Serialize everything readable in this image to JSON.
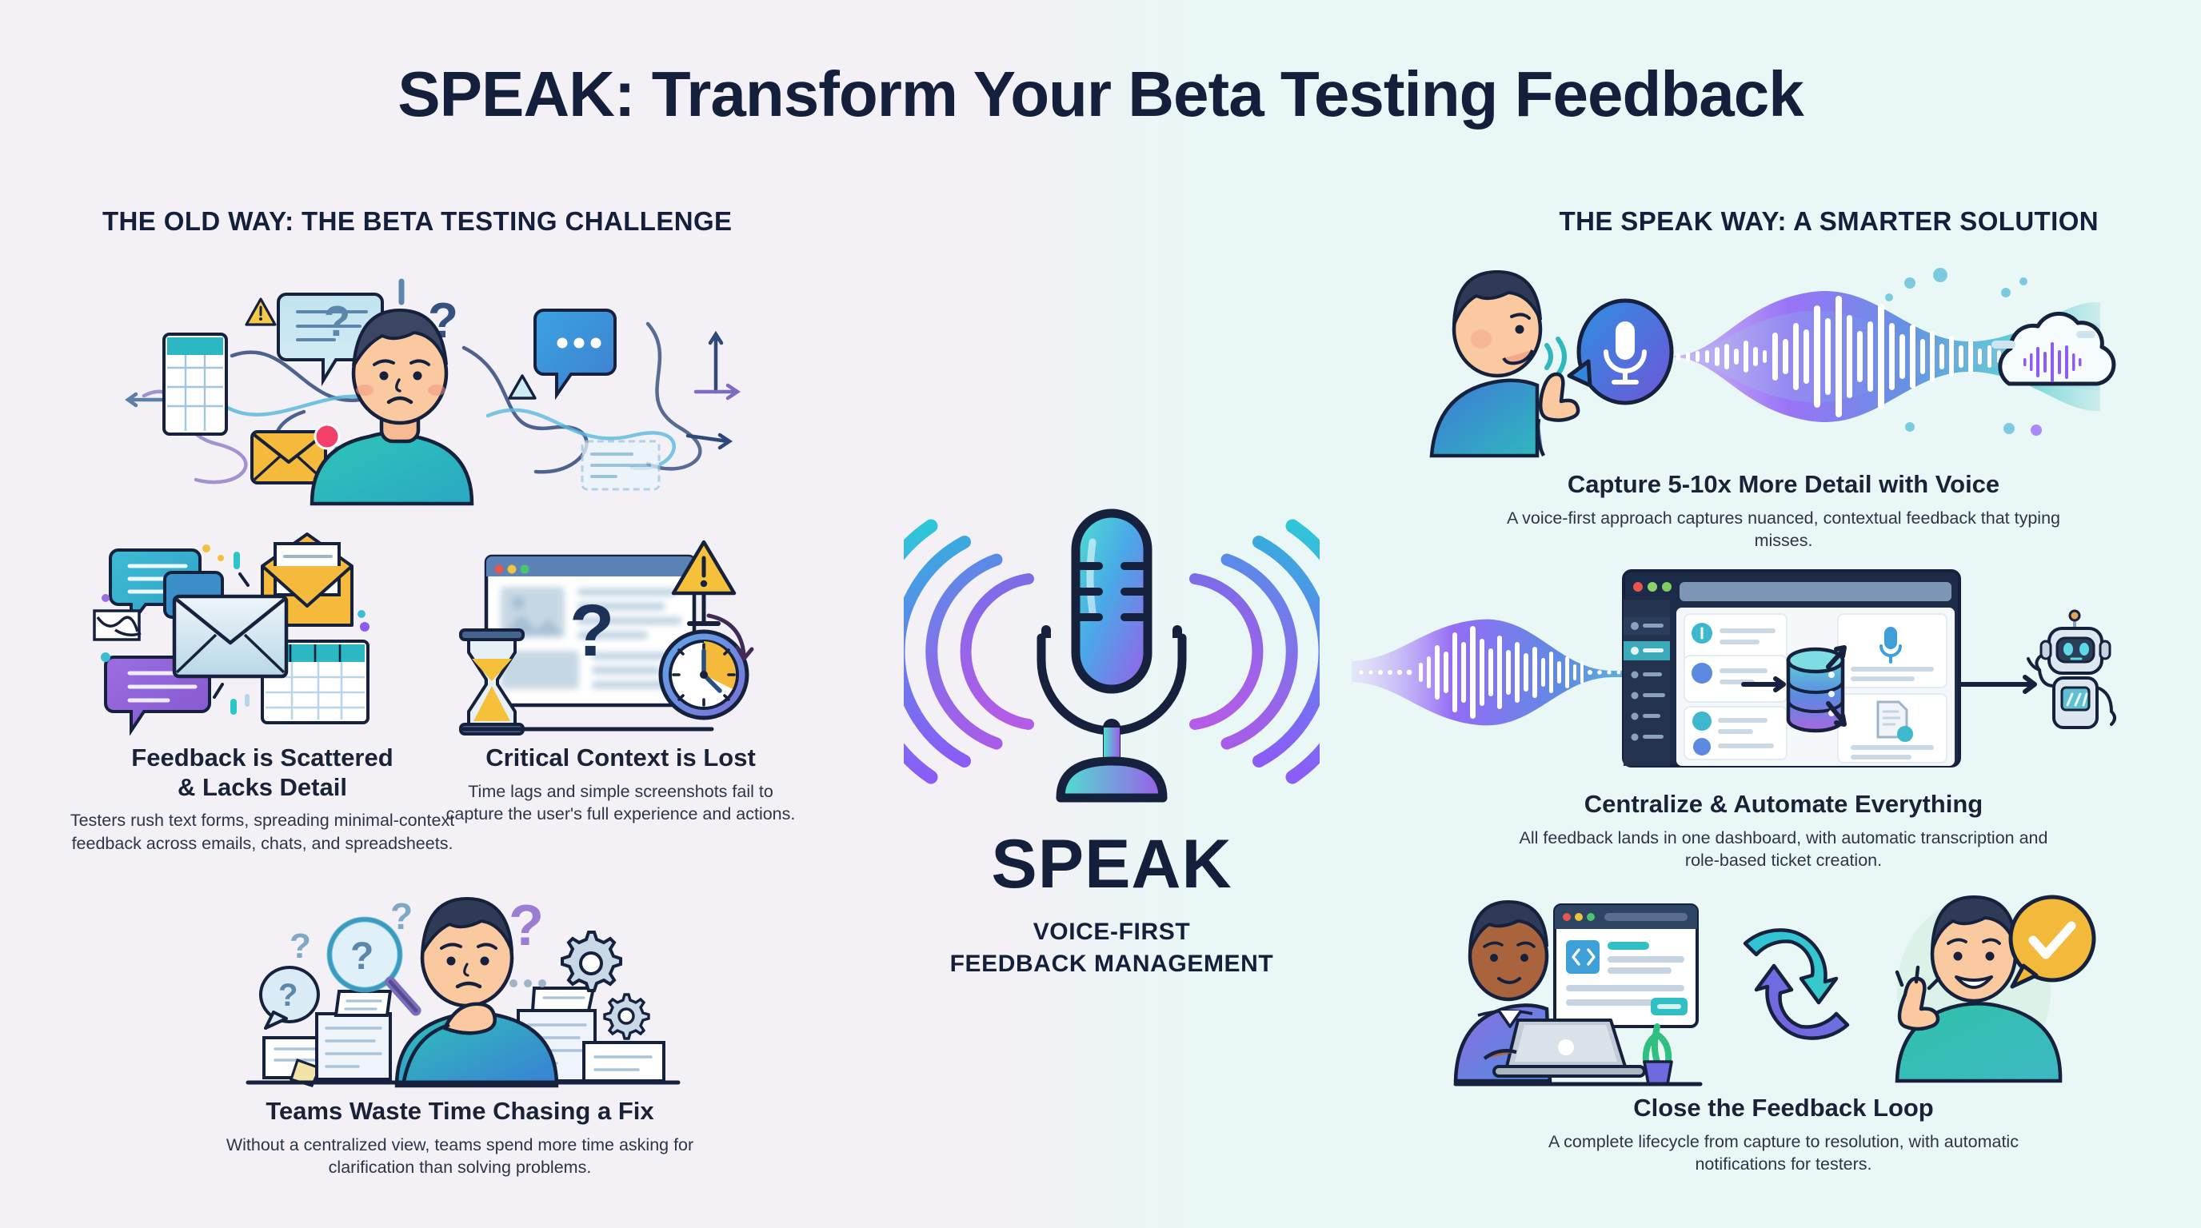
{
  "page": {
    "title": "SPEAK: Transform Your Beta Testing Feedback",
    "background_left": "#f3f1f6",
    "background_right": "#e9f7f6",
    "accent_navy": "#141f3c",
    "accent_teal": "#2ec5c9",
    "accent_blue": "#3b82f6",
    "accent_purple": "#8b5cf6",
    "accent_yellow": "#f5c03a"
  },
  "columns": {
    "left_header": "THE OLD WAY: THE BETA TESTING CHALLENGE",
    "right_header": "THE SPEAK WAY: A SMARTER SOLUTION"
  },
  "center": {
    "brand": "SPEAK",
    "tagline_line1": "VOICE-FIRST",
    "tagline_line2": "FEEDBACK MANAGEMENT",
    "icon": "microphone-icon",
    "wave_arc_count": 4
  },
  "problems": [
    {
      "id": "scattered",
      "illustration": "confused-tester-tangled-feedback-illustration",
      "heading_line1": "Feedback is Scattered",
      "heading_line2": "& Lacks Detail",
      "body": "Testers rush text forms, spreading minimal-context feedback across emails, chats, and spreadsheets."
    },
    {
      "id": "context-lost",
      "illustration": "hourglass-blurred-screenshot-clock-illustration",
      "heading_line1": "Critical Context is Lost",
      "heading_line2": "",
      "body": "Time lags and simple screenshots fail to capture the user's full experience and actions."
    },
    {
      "id": "chasing-fix",
      "illustration": "thinking-developer-paperwork-gears-illustration",
      "heading_line1": "Teams Waste Time Chasing a Fix",
      "heading_line2": "",
      "body": "Without a centralized view, teams spend more time asking for clarification than solving problems."
    }
  ],
  "solutions": [
    {
      "id": "capture-detail",
      "illustration": "speaking-person-voice-waveform-cloud-illustration",
      "heading": "Capture 5-10x More Detail with Voice",
      "body": "A voice-first approach captures nuanced, contextual feedback that typing misses."
    },
    {
      "id": "centralize-automate",
      "illustration": "dashboard-database-robot-automation-illustration",
      "heading": "Centralize & Automate Everything",
      "body": "All feedback lands in one dashboard, with automatic transcription and role-based ticket creation."
    },
    {
      "id": "close-loop",
      "illustration": "developer-laptop-cycle-happy-tester-illustration",
      "heading": "Close the Feedback Loop",
      "body": "A complete lifecycle from capture to resolution, with automatic notifications for testers."
    }
  ]
}
